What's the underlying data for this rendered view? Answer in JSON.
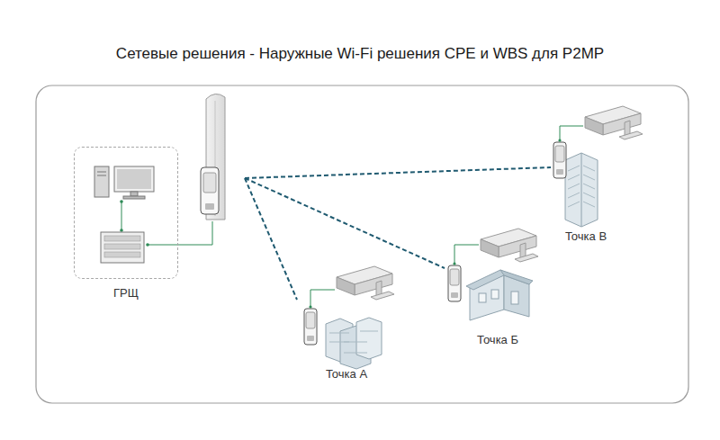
{
  "diagram": {
    "title": "Сетевые решения - Наружные Wi-Fi решения CPE и WBS для P2MP",
    "nodes": [
      {
        "text": [
          "ГРЩ"
        ]
      }
    ],
    "labels": [
      "Точка А",
      "Точка Б",
      "Точка В"
    ]
  }
}
